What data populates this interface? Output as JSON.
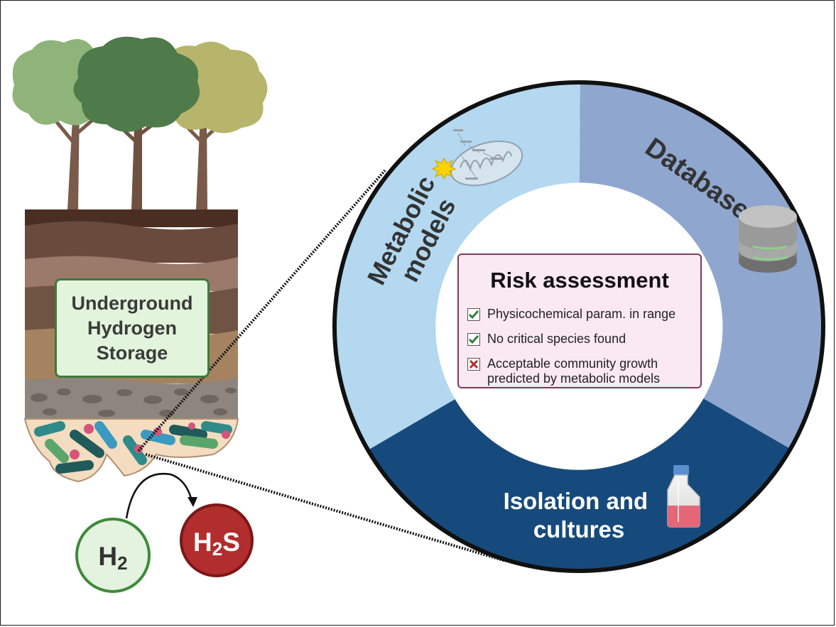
{
  "storage_label": [
    "Underground",
    "Hydrogen",
    "Storage"
  ],
  "risk_assessment": {
    "title": "Risk assessment",
    "items": [
      {
        "text": "Physicochemical param. in range",
        "status": "check"
      },
      {
        "text": "No critical species found",
        "status": "check"
      },
      {
        "text": "Acceptable community growth predicted by metabolic models",
        "status": "cross"
      }
    ]
  },
  "ring_segments": {
    "metabolic": [
      "Metabolic",
      "models"
    ],
    "database": "Database",
    "isolation": [
      "Isolation and",
      "cultures"
    ]
  },
  "molecules": {
    "h2": {
      "base": "H",
      "sub": "2"
    },
    "h2s": {
      "base": "H",
      "sub": "2",
      "suffix": "S"
    }
  },
  "icons": [
    "tree-icon",
    "bacteria-icon",
    "mitochondria-icon",
    "atp-icon",
    "database-icon",
    "culture-flask-icon",
    "check-icon",
    "cross-icon"
  ],
  "colors": {
    "metabolic": "#b3d8f0",
    "database": "#8fa6cf",
    "isolation": "#174a7c",
    "ring_border": "#111111",
    "h2": "#3f8a3a",
    "h2s": "#b22d2d"
  }
}
